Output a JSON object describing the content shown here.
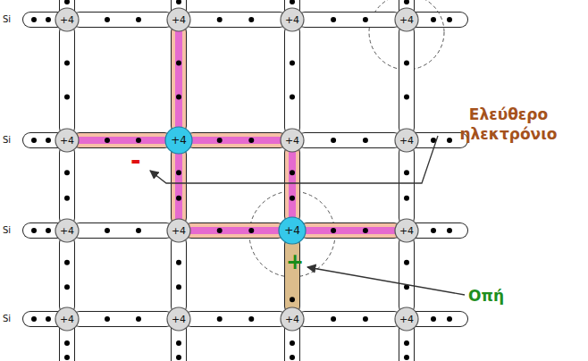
{
  "diagram": {
    "nodes": [
      {
        "text": [
          "+4"
        ]
      },
      {
        "text": [
          "+4"
        ]
      },
      {
        "text": [
          "+4"
        ]
      },
      {
        "text": [
          "+4"
        ]
      },
      {
        "text": [
          "+4"
        ]
      },
      {
        "text": [
          "+4"
        ]
      },
      {
        "text": [
          "+4"
        ]
      },
      {
        "text": [
          "+4"
        ]
      },
      {
        "text": [
          "+4"
        ]
      },
      {
        "text": [
          "+4"
        ]
      },
      {
        "text": [
          "+4"
        ]
      },
      {
        "text": [
          "+4"
        ]
      },
      {
        "text": [
          "+4"
        ]
      },
      {
        "text": [
          "+4"
        ]
      },
      {
        "text": [
          "+4"
        ]
      },
      {
        "text": [
          "+4"
        ]
      }
    ],
    "edges": [
      {
        "from": 0,
        "to": 1,
        "arrow": "none"
      },
      {
        "from": 1,
        "to": 2,
        "arrow": "none"
      },
      {
        "from": 2,
        "to": 3,
        "arrow": "none"
      },
      {
        "from": 0,
        "to": 4,
        "arrow": "none"
      },
      {
        "from": 1,
        "to": 5,
        "arrow": "none"
      },
      {
        "from": 2,
        "to": 6,
        "arrow": "none"
      },
      {
        "from": 3,
        "to": 7,
        "arrow": "none"
      },
      {
        "from": 4,
        "to": 5,
        "arrow": "none"
      },
      {
        "from": 5,
        "to": 6,
        "arrow": "none"
      },
      {
        "from": 6,
        "to": 7,
        "arrow": "none"
      },
      {
        "from": 4,
        "to": 8,
        "arrow": "none"
      },
      {
        "from": 5,
        "to": 9,
        "arrow": "none"
      },
      {
        "from": 6,
        "to": 10,
        "arrow": "none"
      },
      {
        "from": 7,
        "to": 11,
        "arrow": "none"
      },
      {
        "from": 8,
        "to": 9,
        "arrow": "none"
      },
      {
        "from": 9,
        "to": 10,
        "arrow": "none"
      },
      {
        "from": 10,
        "to": 11,
        "arrow": "none"
      },
      {
        "from": 8,
        "to": 12,
        "arrow": "none"
      },
      {
        "from": 9,
        "to": 13,
        "arrow": "none"
      },
      {
        "from": 10,
        "to": 14,
        "arrow": "none"
      },
      {
        "from": 11,
        "to": 15,
        "arrow": "none"
      },
      {
        "from": 12,
        "to": 13,
        "arrow": "none"
      },
      {
        "from": 13,
        "to": 14,
        "arrow": "none"
      },
      {
        "from": 14,
        "to": 15,
        "arrow": "none"
      }
    ],
    "labels": [
      "Si",
      "Si",
      "Ελεύθερο ηλεκτρόνιο",
      "-",
      "Si",
      "+",
      "Οπή",
      "Si"
    ]
  }
}
